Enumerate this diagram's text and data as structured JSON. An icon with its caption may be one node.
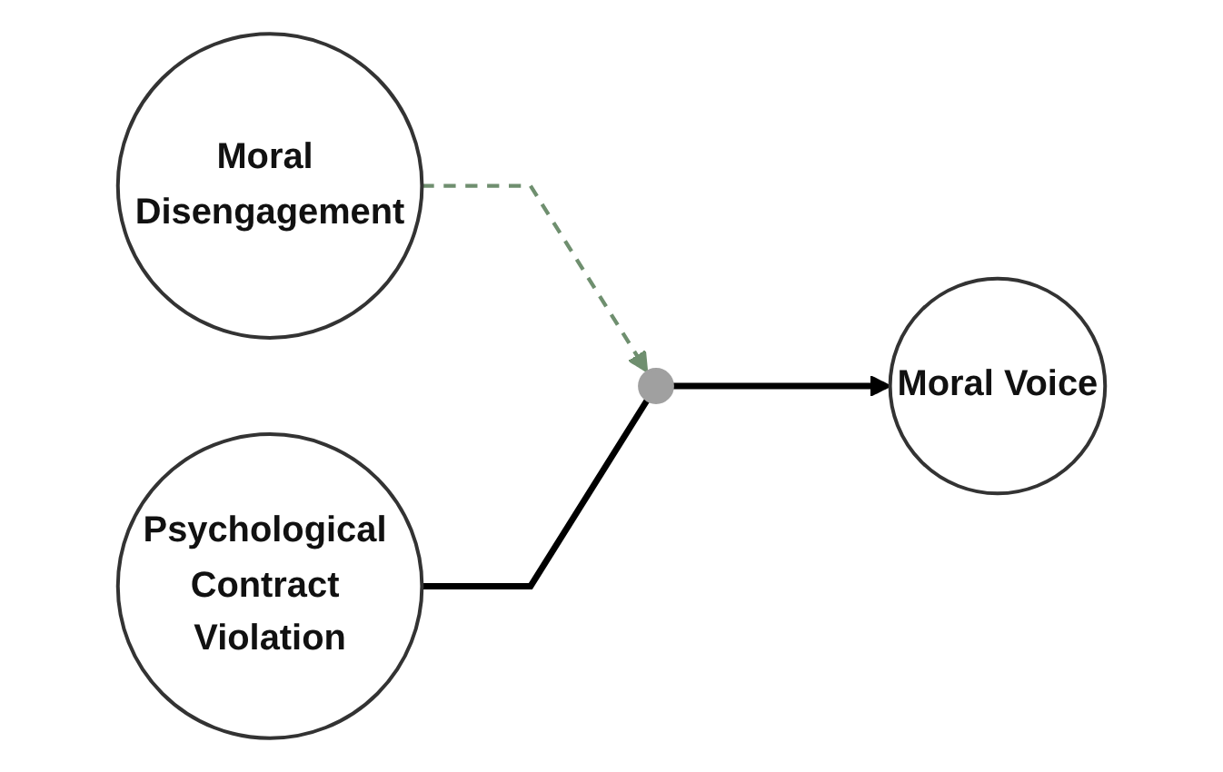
{
  "diagram": {
    "nodes": [
      {
        "text": [
          "Moral Disengagement"
        ]
      },
      {
        "text": [
          "Psychological Contract Violation"
        ]
      },
      {
        "text": [],
        "shape": "circle"
      },
      {
        "text": [
          "Moral Voice"
        ]
      }
    ],
    "edges": [
      {
        "from": 0,
        "to": 2,
        "arrow": "to",
        "style": "dashed",
        "color": "#6f8f6f"
      },
      {
        "from": 1,
        "to": 2,
        "arrow": "none"
      },
      {
        "from": 2,
        "to": 3,
        "arrow": "to"
      }
    ]
  }
}
